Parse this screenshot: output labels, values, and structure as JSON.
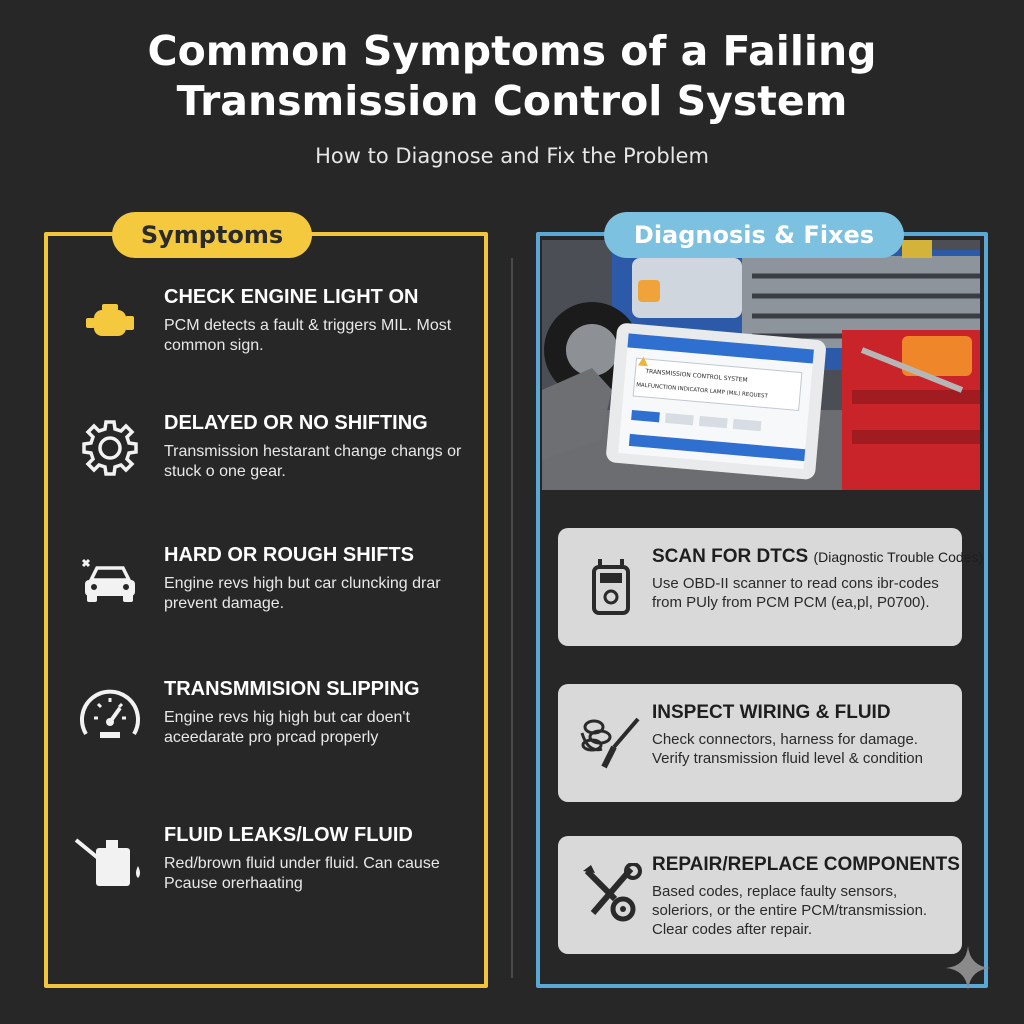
{
  "header": {
    "title_line1": "Common Symptoms of a Failing",
    "title_line2": "Transmission Control System",
    "subtitle": "How to Diagnose and Fix the Problem"
  },
  "symptoms_panel": {
    "label": "Symptoms",
    "accent_color": "#f4c93d",
    "items": [
      {
        "icon": "check-engine-icon",
        "title": "CHECK ENGINE LIGHT ON",
        "desc": "PCM detects a fault & triggers MIL. Most common sign."
      },
      {
        "icon": "gear-icon",
        "title": "DELAYED OR NO SHIFTING",
        "desc": "Transmission hestarant change changs or stuck o one gear."
      },
      {
        "icon": "car-icon",
        "title": "HARD OR ROUGH SHIFTS",
        "desc": "Engine revs high but car cluncking drar prevent damage."
      },
      {
        "icon": "gauge-icon",
        "title": "TRANSMMISION SLIPPING",
        "desc": "Engine revs hig high but car doen't aceedarate pro prcad properly"
      },
      {
        "icon": "oil-can-icon",
        "title": "FLUID LEAKS/LOW FLUID",
        "desc": "Red/brown fluid under fluid. Can cause Pcause orerhaating"
      }
    ]
  },
  "fixes_panel": {
    "label": "Diagnosis & Fixes",
    "accent_color": "#7cc1df",
    "photo": {
      "tablet_line1": "TRANSMISSION CONTROL SYSTEM",
      "tablet_line2": "MALFUNCTION INDICATOR LAMP (MIL) REQUEST"
    },
    "items": [
      {
        "icon": "obd-scanner-icon",
        "title": "SCAN FOR DTCS",
        "title_sub": "(Diagnostic Trouble Codes)",
        "desc": "Use OBD-II scanner to read cons ibr-codes from PUly from PCM PCM (ea,pl, P0700)."
      },
      {
        "icon": "wiring-screwdriver-icon",
        "title": "INSPECT WIRING & FLUID",
        "title_sub": "",
        "desc": "Check connectors, harness for damage. Verify transmission fluid level & condition"
      },
      {
        "icon": "tools-icon",
        "title": "REPAIR/REPLACE COMPONENTS",
        "title_sub": "",
        "desc": "Based codes, replace faulty sensors, soleriors, or the entire PCM/transmission. Clear codes after repair."
      }
    ]
  }
}
